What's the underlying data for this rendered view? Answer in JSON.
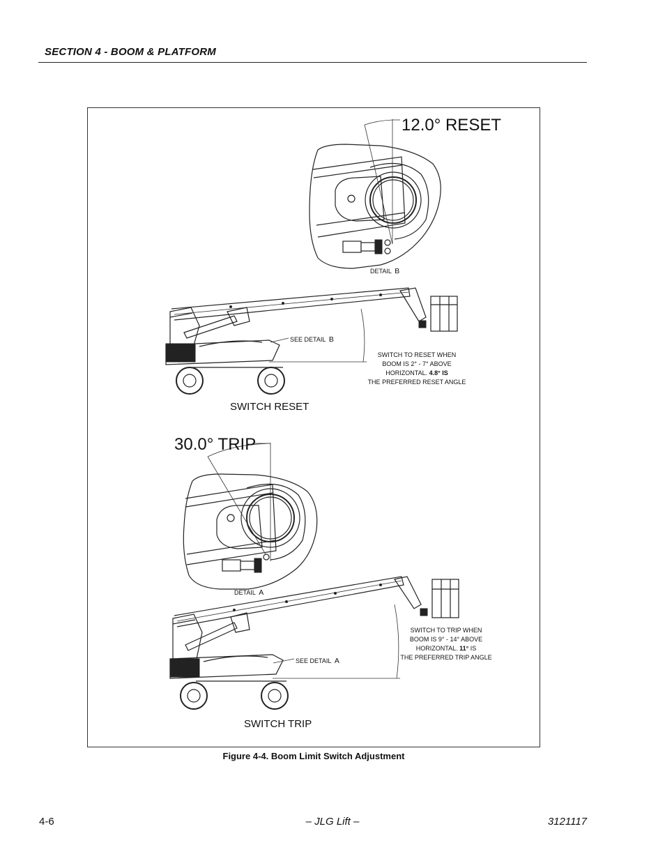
{
  "header": {
    "section_title": "SECTION 4 - BOOM & PLATFORM"
  },
  "figure": {
    "caption": "Figure 4-4.  Boom Limit Switch Adjustment",
    "reset": {
      "angle_label": "12.0° RESET",
      "detail_prefix": "DETAIL",
      "detail_letter": "B",
      "see_detail_prefix": "SEE DETAIL",
      "see_detail_letter": "B",
      "note_line1": "SWITCH TO RESET WHEN",
      "note_line2": "BOOM IS 2° - 7° ABOVE",
      "note_line3_a": "HORIZONTAL. ",
      "note_line3_b": "4.8° IS",
      "note_line4": "THE PREFERRED RESET ANGLE",
      "view_label": "SWITCH RESET"
    },
    "trip": {
      "angle_label": "30.0° TRIP",
      "detail_prefix": "DETAIL",
      "detail_letter": "A",
      "see_detail_prefix": "SEE DETAIL",
      "see_detail_letter": "A",
      "note_line1": "SWITCH TO TRIP WHEN",
      "note_line2": "BOOM IS 9° - 14° ABOVE",
      "note_line3_a": "HORIZONTAL. ",
      "note_line3_b": "11°",
      "note_line3_c": " IS",
      "note_line4": "THE PREFERRED TRIP ANGLE",
      "view_label": "SWITCH TRIP"
    }
  },
  "footer": {
    "page_number": "4-6",
    "center": "– JLG Lift –",
    "doc_number": "3121117"
  }
}
